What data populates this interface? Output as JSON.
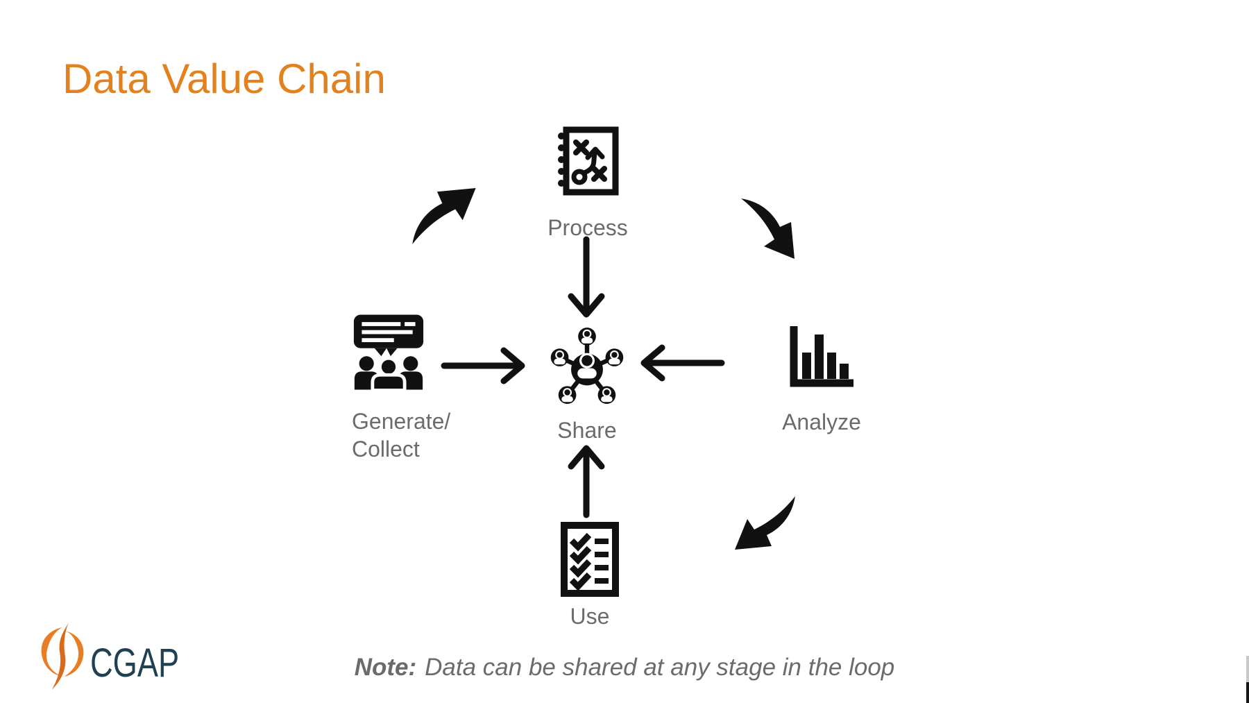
{
  "slide": {
    "title": "Data Value Chain",
    "note": {
      "prefix": "Note:",
      "text": "Data can be shared at any stage in the loop"
    },
    "logo": {
      "wordmark": "CGAP"
    }
  },
  "diagram": {
    "center": {
      "id": "share",
      "label": "Share",
      "icon": "people-network-icon",
      "position": "center"
    },
    "stages": [
      {
        "id": "generate",
        "label": "Generate/Collect",
        "label_lines": [
          "Generate/",
          "Collect"
        ],
        "icon": "group-presentation-icon",
        "position": "left"
      },
      {
        "id": "process",
        "label": "Process",
        "icon": "strategy-notebook-icon",
        "position": "top"
      },
      {
        "id": "analyze",
        "label": "Analyze",
        "icon": "bar-chart-icon",
        "position": "right"
      },
      {
        "id": "use",
        "label": "Use",
        "icon": "checklist-icon",
        "position": "bottom"
      }
    ],
    "loop_arrows": [
      {
        "from": "generate",
        "to": "process",
        "style": "curved-solid",
        "direction": "up-right"
      },
      {
        "from": "process",
        "to": "analyze",
        "style": "curved-solid",
        "direction": "down-right"
      },
      {
        "from": "analyze",
        "to": "use",
        "style": "curved-solid",
        "direction": "down-left"
      }
    ],
    "share_arrows": [
      {
        "from": "process",
        "to": "share",
        "direction": "down"
      },
      {
        "from": "generate",
        "to": "share",
        "direction": "right"
      },
      {
        "from": "analyze",
        "to": "share",
        "direction": "left"
      },
      {
        "from": "use",
        "to": "share",
        "direction": "up"
      }
    ]
  },
  "colors": {
    "background": "#FFFFFF",
    "title": "#E2811E",
    "stage_label": "#6B6B6B",
    "note_text": "#6B6B6B",
    "icon_black": "#111111",
    "logo_wordmark": "#1F4152",
    "logo_swirl_orange": "#E87E23",
    "logo_swirl_dark_orange": "#D96A1A"
  }
}
